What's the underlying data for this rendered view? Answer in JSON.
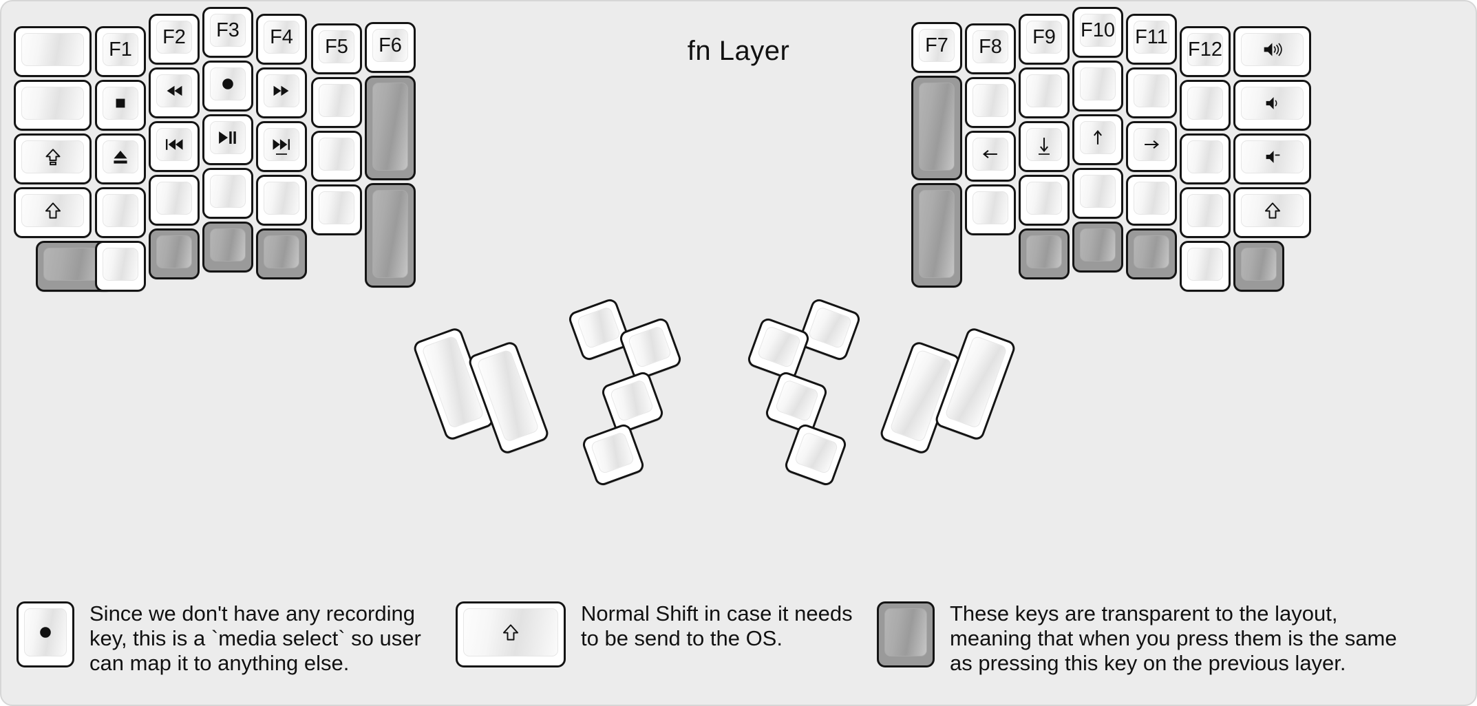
{
  "page": {
    "title": "fn Layer",
    "background_color": "#ececec",
    "key_fill_color": "#ffffff",
    "transparent_key_color": "#9a9a9a",
    "outline_color": "#141414"
  },
  "left_half": {
    "name": "left-keyboard-half",
    "columns": [
      {
        "name": "col-pinky-outer",
        "keys": [
          {
            "label": "",
            "icon": "blank",
            "state": "normal"
          },
          {
            "label": "",
            "icon": "blank",
            "state": "normal"
          },
          {
            "label": "⇧",
            "icon": "caps-lock-icon",
            "state": "normal"
          },
          {
            "label": "⇧",
            "icon": "shift-icon",
            "state": "normal"
          },
          {
            "label": "",
            "icon": "blank",
            "state": "transparent"
          }
        ]
      },
      {
        "name": "col-pinky",
        "keys": [
          {
            "label": "F1",
            "icon": "f1",
            "state": "normal"
          },
          {
            "label": "◼",
            "icon": "stop-icon",
            "state": "normal"
          },
          {
            "label": "⏏",
            "icon": "eject-icon",
            "state": "normal"
          },
          {
            "label": "",
            "icon": "blank",
            "state": "normal"
          },
          {
            "label": "",
            "icon": "blank",
            "state": "normal"
          }
        ]
      },
      {
        "name": "col-ring",
        "keys": [
          {
            "label": "F2",
            "icon": "f2",
            "state": "normal"
          },
          {
            "label": "◀◀",
            "icon": "rewind-icon",
            "state": "normal"
          },
          {
            "label": "|◀◀",
            "icon": "previous-track-icon",
            "state": "normal"
          },
          {
            "label": "",
            "icon": "blank",
            "state": "normal"
          },
          {
            "label": "",
            "icon": "blank",
            "state": "transparent"
          }
        ]
      },
      {
        "name": "col-middle",
        "keys": [
          {
            "label": "F3",
            "icon": "f3",
            "state": "normal"
          },
          {
            "label": "●",
            "icon": "record-icon",
            "state": "normal"
          },
          {
            "label": "▶||",
            "icon": "play-pause-icon",
            "state": "normal"
          },
          {
            "label": "",
            "icon": "blank",
            "state": "normal"
          },
          {
            "label": "",
            "icon": "blank",
            "state": "transparent"
          }
        ]
      },
      {
        "name": "col-index",
        "keys": [
          {
            "label": "F4",
            "icon": "f4",
            "state": "normal"
          },
          {
            "label": "▶▶",
            "icon": "fast-forward-icon",
            "state": "normal"
          },
          {
            "label": "▶▶|",
            "icon": "next-track-icon",
            "state": "normal",
            "underbar": true
          },
          {
            "label": "",
            "icon": "blank",
            "state": "normal"
          },
          {
            "label": "",
            "icon": "blank",
            "state": "transparent"
          }
        ]
      },
      {
        "name": "col-index-inner",
        "keys": [
          {
            "label": "F5",
            "icon": "f5",
            "state": "normal"
          },
          {
            "label": "",
            "icon": "blank",
            "state": "normal"
          },
          {
            "label": "",
            "icon": "blank",
            "state": "normal"
          },
          {
            "label": "",
            "icon": "blank",
            "state": "normal"
          }
        ]
      },
      {
        "name": "col-inner",
        "keys": [
          {
            "label": "F6",
            "icon": "f6",
            "state": "normal"
          },
          {
            "label": "",
            "icon": "blank",
            "state": "transparent",
            "tall": true
          },
          {
            "label": "",
            "icon": "blank",
            "state": "transparent",
            "tall": true
          }
        ]
      }
    ],
    "thumb_cluster": {
      "name": "left-thumb-cluster",
      "keys": [
        {
          "icon": "blank",
          "state": "normal",
          "size": "2u"
        },
        {
          "icon": "blank",
          "state": "normal",
          "size": "2u"
        },
        {
          "icon": "blank",
          "state": "normal",
          "size": "1u"
        },
        {
          "icon": "blank",
          "state": "normal",
          "size": "1u"
        },
        {
          "icon": "blank",
          "state": "normal",
          "size": "1u"
        },
        {
          "icon": "blank",
          "state": "normal",
          "size": "1u"
        }
      ]
    }
  },
  "right_half": {
    "name": "right-keyboard-half",
    "columns": [
      {
        "name": "col-inner",
        "keys": [
          {
            "label": "F7",
            "icon": "f7",
            "state": "normal"
          },
          {
            "label": "",
            "icon": "blank",
            "state": "transparent",
            "tall": true
          },
          {
            "label": "",
            "icon": "blank",
            "state": "transparent",
            "tall": true
          }
        ]
      },
      {
        "name": "col-index-inner",
        "keys": [
          {
            "label": "F8",
            "icon": "f8",
            "state": "normal"
          },
          {
            "label": "",
            "icon": "blank",
            "state": "normal"
          },
          {
            "label": "←",
            "icon": "arrow-left-icon",
            "state": "normal"
          },
          {
            "label": "",
            "icon": "blank",
            "state": "normal"
          }
        ]
      },
      {
        "name": "col-index",
        "keys": [
          {
            "label": "F9",
            "icon": "f9",
            "state": "normal"
          },
          {
            "label": "",
            "icon": "blank",
            "state": "normal"
          },
          {
            "label": "↓",
            "icon": "arrow-down-icon",
            "state": "normal",
            "underbar": true
          },
          {
            "label": "",
            "icon": "blank",
            "state": "normal"
          },
          {
            "label": "",
            "icon": "blank",
            "state": "transparent"
          }
        ]
      },
      {
        "name": "col-middle",
        "keys": [
          {
            "label": "F10",
            "icon": "f10",
            "state": "normal"
          },
          {
            "label": "",
            "icon": "blank",
            "state": "normal"
          },
          {
            "label": "↑",
            "icon": "arrow-up-icon",
            "state": "normal"
          },
          {
            "label": "",
            "icon": "blank",
            "state": "normal"
          },
          {
            "label": "",
            "icon": "blank",
            "state": "transparent"
          }
        ]
      },
      {
        "name": "col-ring",
        "keys": [
          {
            "label": "F11",
            "icon": "f11",
            "state": "normal"
          },
          {
            "label": "",
            "icon": "blank",
            "state": "normal"
          },
          {
            "label": "→",
            "icon": "arrow-right-icon",
            "state": "normal"
          },
          {
            "label": "",
            "icon": "blank",
            "state": "normal"
          },
          {
            "label": "",
            "icon": "blank",
            "state": "transparent"
          }
        ]
      },
      {
        "name": "col-pinky",
        "keys": [
          {
            "label": "F12",
            "icon": "f12",
            "state": "normal"
          },
          {
            "label": "",
            "icon": "blank",
            "state": "normal"
          },
          {
            "label": "",
            "icon": "blank",
            "state": "normal"
          },
          {
            "label": "",
            "icon": "blank",
            "state": "normal"
          },
          {
            "label": "",
            "icon": "blank",
            "state": "normal"
          }
        ]
      },
      {
        "name": "col-pinky-outer",
        "keys": [
          {
            "label": "🔊",
            "icon": "volume-up-icon",
            "state": "normal"
          },
          {
            "label": "🔉",
            "icon": "volume-down-icon",
            "state": "normal"
          },
          {
            "label": "🔇",
            "icon": "volume-mute-icon",
            "state": "normal"
          },
          {
            "label": "⇧",
            "icon": "shift-icon",
            "state": "normal"
          },
          {
            "label": "",
            "icon": "blank",
            "state": "transparent"
          }
        ]
      }
    ],
    "thumb_cluster": {
      "name": "right-thumb-cluster",
      "keys": [
        {
          "icon": "blank",
          "state": "normal",
          "size": "1u"
        },
        {
          "icon": "blank",
          "state": "normal",
          "size": "1u"
        },
        {
          "icon": "blank",
          "state": "normal",
          "size": "1u"
        },
        {
          "icon": "blank",
          "state": "normal",
          "size": "1u"
        },
        {
          "icon": "blank",
          "state": "normal",
          "size": "2u"
        },
        {
          "icon": "blank",
          "state": "normal",
          "size": "2u"
        }
      ]
    }
  },
  "notes": [
    {
      "name": "note-record",
      "key_icon": "record-icon",
      "key_state": "normal",
      "text": "Since we don't have any recording\nkey, this is a `media select` so user\ncan map it to anything else."
    },
    {
      "name": "note-shift",
      "key_icon": "shift-icon",
      "key_state": "normal",
      "text": "Normal Shift in case it needs\nto be send to the OS."
    },
    {
      "name": "note-transparent",
      "key_icon": "blank",
      "key_state": "transparent",
      "text": "These keys are transparent to the layout,\nmeaning that when you press them is the same\nas pressing this key on the previous layer."
    }
  ]
}
